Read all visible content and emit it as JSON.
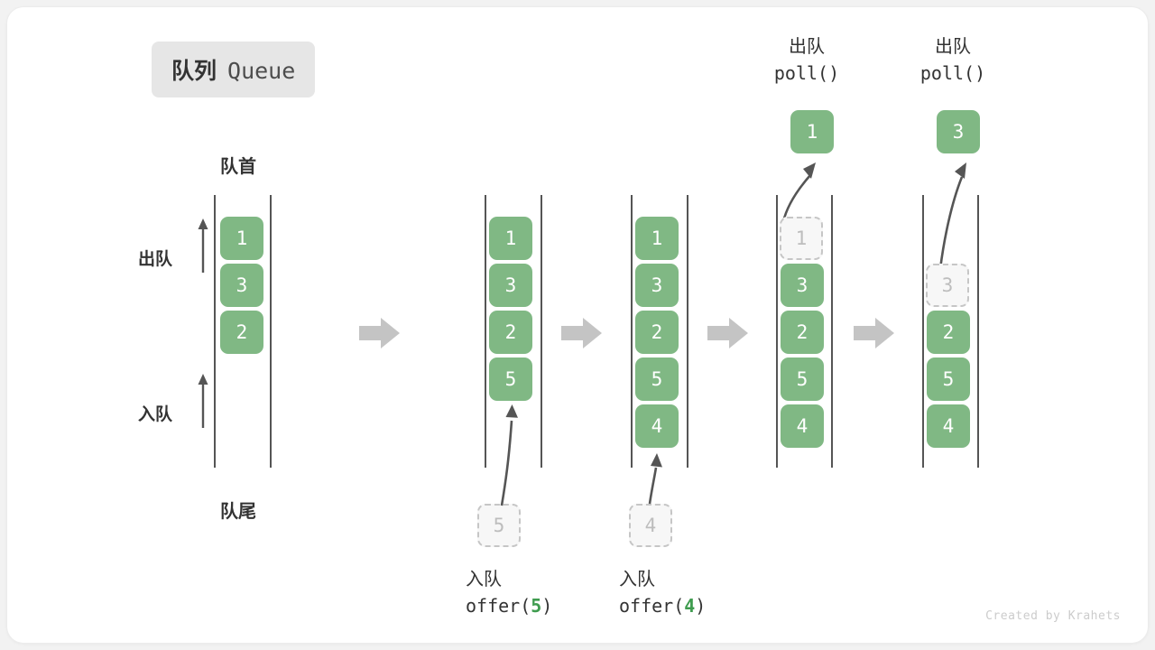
{
  "title": {
    "cn": "队列",
    "en": "Queue"
  },
  "labels": {
    "head": "队首",
    "tail": "队尾",
    "dequeue": "出队",
    "enqueue": "入队"
  },
  "credit": "Created by Krahets",
  "colors": {
    "box_fill": "#80b884",
    "box_text": "#ffffff",
    "ghost_fill": "#f7f7f7",
    "ghost_border": "#c6c6c6",
    "ghost_text": "#bdbdbd",
    "rail": "#555555",
    "arrow": "#555555",
    "transition_arrow": "#c4c4c4",
    "badge_bg": "#e6e6e6",
    "accent_number": "#3f9c4f",
    "text": "#333333",
    "credit": "#cccccc"
  },
  "steps": [
    {
      "id": "initial",
      "items": [
        "1",
        "3",
        "2"
      ],
      "ghost_index": null,
      "caption": null,
      "popped": null
    },
    {
      "id": "offer-5",
      "items": [
        "1",
        "3",
        "2",
        "5"
      ],
      "ghost_index": null,
      "incoming": "5",
      "caption": {
        "cn": "入队",
        "fn_prefix": "offer(",
        "fn_arg": "5",
        "fn_suffix": ")"
      },
      "popped": null
    },
    {
      "id": "offer-4",
      "items": [
        "1",
        "3",
        "2",
        "5",
        "4"
      ],
      "ghost_index": null,
      "incoming": "4",
      "caption": {
        "cn": "入队",
        "fn_prefix": "offer(",
        "fn_arg": "4",
        "fn_suffix": ")"
      },
      "popped": null
    },
    {
      "id": "poll-1",
      "items": [
        "1",
        "3",
        "2",
        "5",
        "4"
      ],
      "ghost_index": 0,
      "caption": null,
      "popped": {
        "value": "1",
        "cn": "出队",
        "fn": "poll()"
      }
    },
    {
      "id": "poll-3",
      "items": [
        "3",
        "2",
        "5",
        "4"
      ],
      "ghost_index": 0,
      "caption": null,
      "popped": {
        "value": "3",
        "cn": "出队",
        "fn": "poll()"
      }
    }
  ],
  "transitions": [
    "transition-1",
    "transition-2",
    "transition-3",
    "transition-4"
  ]
}
